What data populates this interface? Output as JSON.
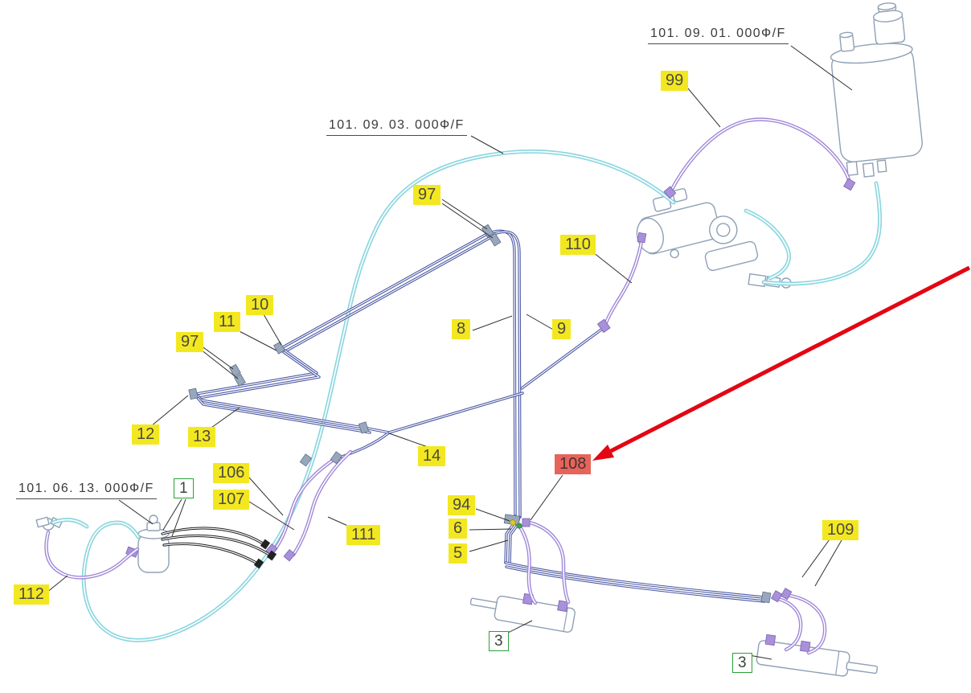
{
  "part_refs": [
    {
      "text": "101. 09. 01. 000Ф/F"
    },
    {
      "text": "101. 09. 03. 000Ф/F"
    },
    {
      "text": "101. 06. 13. 000Ф/F"
    }
  ],
  "callouts": {
    "yellow": [
      {
        "text": "99"
      },
      {
        "text": "97"
      },
      {
        "text": "110"
      },
      {
        "text": "10"
      },
      {
        "text": "11"
      },
      {
        "text": "97"
      },
      {
        "text": "8"
      },
      {
        "text": "9"
      },
      {
        "text": "12"
      },
      {
        "text": "13"
      },
      {
        "text": "14"
      },
      {
        "text": "106"
      },
      {
        "text": "107"
      },
      {
        "text": "111"
      },
      {
        "text": "94"
      },
      {
        "text": "6"
      },
      {
        "text": "5"
      },
      {
        "text": "109"
      },
      {
        "text": "112"
      }
    ],
    "red": [
      {
        "text": "108"
      }
    ],
    "green": [
      {
        "text": "1"
      },
      {
        "text": "3"
      },
      {
        "text": "3"
      }
    ]
  },
  "colors": {
    "callout_yellow_bg": "#f3e820",
    "callout_red_bg": "#e7645a",
    "callout_green_border": "#2aa13a",
    "hose_cyan": "#8ed7e0",
    "pipe_navy": "#4a57a3",
    "hose_purple": "#a188d8",
    "hose_black": "#1e1e1e",
    "hardware_gray": "#8fa0b5",
    "arrow_red": "#e30613",
    "leader_gray": "#2f2f2f"
  }
}
